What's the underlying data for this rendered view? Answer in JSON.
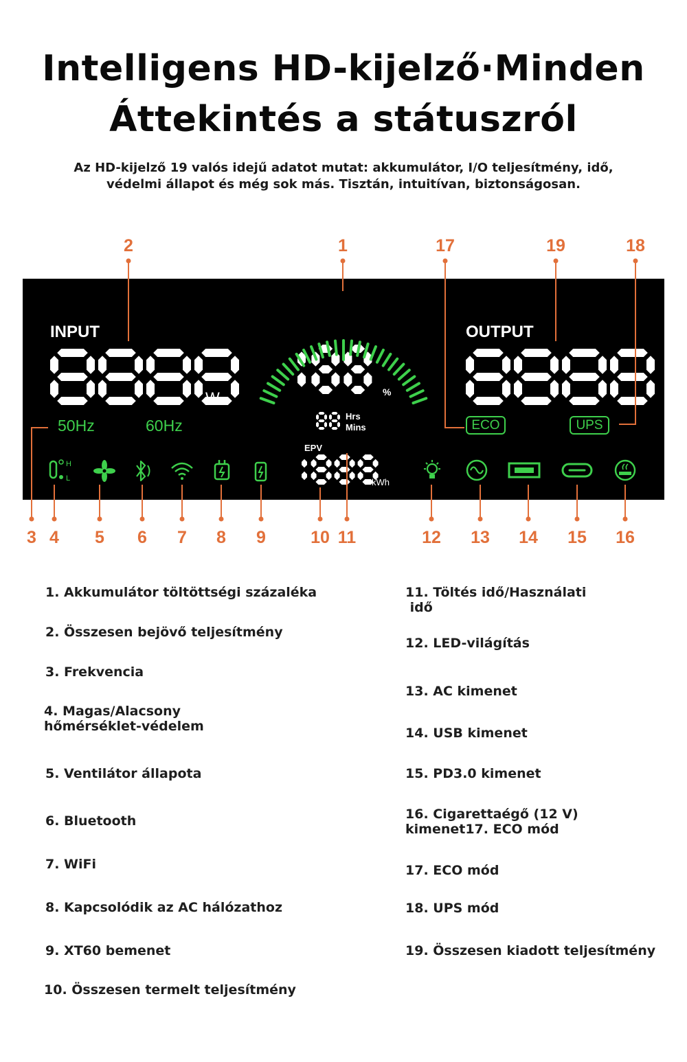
{
  "header": {
    "title_line1": "Intelligens HD-kijelző·Minden",
    "title_line2": "Áttekintés a státuszról",
    "subtitle_line1": "Az HD-kijelző 19 valós idejű adatot mutat: akkumulátor, I/O teljesítmény, idő,",
    "subtitle_line2": "védelmi állapot és még sok más. Tisztán, intuitívan, biztonságosan."
  },
  "callouts": {
    "top": [
      "2",
      "1",
      "17",
      "19",
      "18"
    ],
    "bottom": [
      "3",
      "4",
      "5",
      "6",
      "7",
      "8",
      "9",
      "10",
      "11",
      "12",
      "13",
      "14",
      "15",
      "16"
    ]
  },
  "display": {
    "input_label": "INPUT",
    "input_digits": "8888",
    "input_unit": "W",
    "freq_50": "50Hz",
    "freq_60": "60Hz",
    "battery_digits": "188",
    "battery_unit": "%",
    "time_digits": "88",
    "time_hrs": "Hrs",
    "time_mins": "Mins",
    "epv_label": "EPV",
    "epv_digits": "1888",
    "epv_unit": "kWh",
    "output_label": "OUTPUT",
    "output_digits": "8888",
    "eco_badge": "ECO",
    "ups_badge": "UPS",
    "temp_high": "H",
    "temp_low": "L",
    "colors": {
      "segment": "#ffffff",
      "green": "#3ed04c",
      "accent": "#e2703a",
      "panel": "#000000"
    },
    "icons": [
      "thermometer-icon",
      "fan-icon",
      "bluetooth-icon",
      "wifi-icon",
      "ac-plug-icon",
      "xt60-battery-icon",
      "led-bulb-icon",
      "ac-sine-icon",
      "usb-port-icon",
      "usb-c-port-icon",
      "cigarette-lighter-icon"
    ]
  },
  "legend": {
    "left": [
      "1. Akkumulátor töltöttségi százaléka",
      "2. Összesen bejövő teljesítmény",
      "3. Frekvencia",
      "4. Magas/Alacsony",
      "hőmérséklet-védelem",
      "5. Ventilátor állapota",
      "6. Bluetooth",
      "7. WiFi",
      "8. Kapcsolódik az AC hálózathoz",
      "9. XT60 bemenet",
      "10. Összesen termelt teljesítmény"
    ],
    "right": [
      "11. Töltés idő/Használati",
      " idő",
      "12. LED-világítás",
      "13. AC kimenet",
      "14. USB kimenet",
      "15. PD3.0 kimenet",
      "16. Cigarettaégő (12 V)",
      "kimenet17. ECO mód",
      "17. ECO mód",
      "18. UPS mód",
      "19. Összesen kiadott teljesítmény"
    ]
  }
}
